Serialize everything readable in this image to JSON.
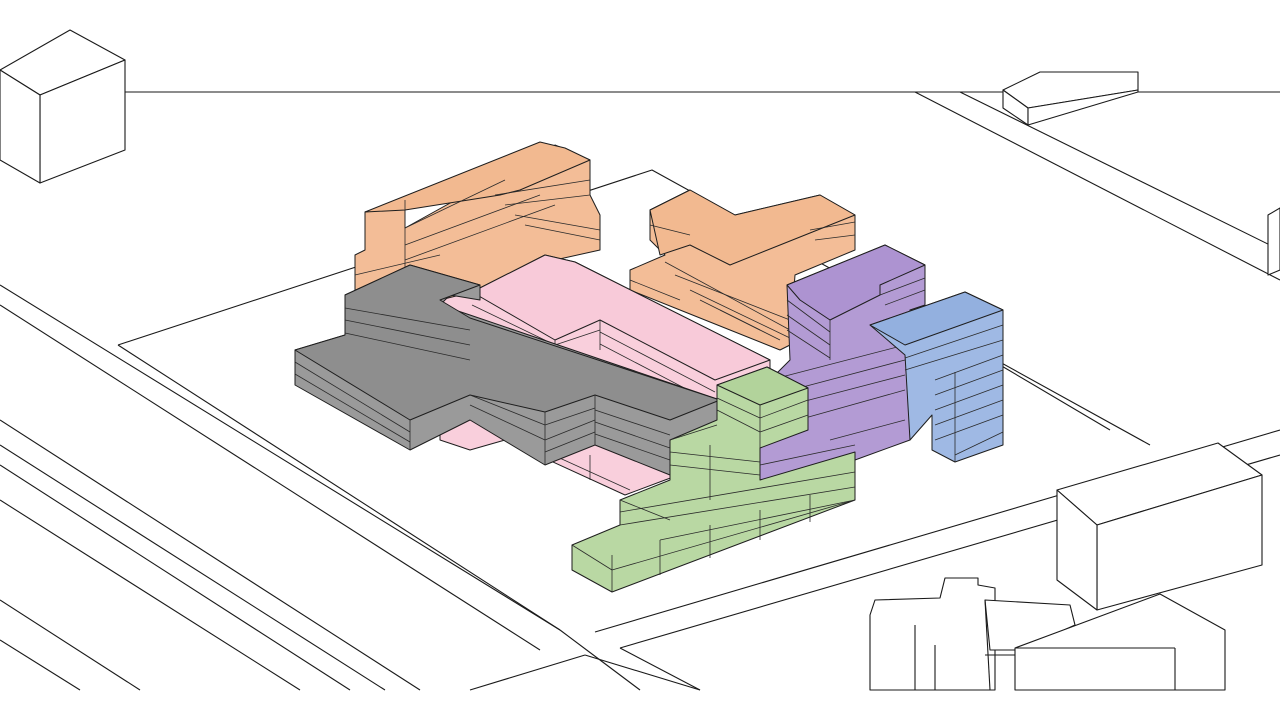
{
  "massing": {
    "colors": {
      "orange_top": "#f2b990",
      "orange_side": "#f3bd97",
      "pink_top": "#f8cad9",
      "pink_side": "#f9cfdc",
      "grey_top": "#8e8e8e",
      "grey_side": "#9a9a9a",
      "green_top": "#b2d39b",
      "green_side": "#b9d8a3",
      "purple_top": "#ad93d1",
      "purple_side": "#b39bd4",
      "blue_top": "#93b0df",
      "blue_side": "#9fb9e4"
    },
    "volumes": [
      {
        "id": "orange-west-wing",
        "color": "orange"
      },
      {
        "id": "orange-east-wing",
        "color": "orange"
      },
      {
        "id": "pink-central-block",
        "color": "pink"
      },
      {
        "id": "grey-west-block",
        "color": "grey"
      },
      {
        "id": "green-south-block",
        "color": "green"
      },
      {
        "id": "purple-east-block",
        "color": "purple"
      },
      {
        "id": "blue-east-tower",
        "color": "blue"
      }
    ]
  }
}
